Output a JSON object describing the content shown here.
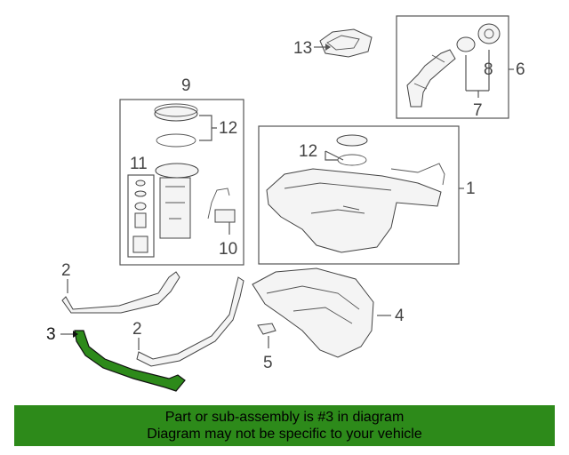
{
  "labels": {
    "l1": "1",
    "l2a": "2",
    "l2b": "2",
    "l3": "3",
    "l4": "4",
    "l5": "5",
    "l6": "6",
    "l7": "7",
    "l8": "8",
    "l9": "9",
    "l10": "10",
    "l11": "11",
    "l12a": "12",
    "l12b": "12",
    "l13": "13"
  },
  "banner": {
    "line1": "Part or sub-assembly is #3 in diagram",
    "line2": "Diagram may not be specific to your vehicle"
  },
  "colors": {
    "banner_bg": "#2d8a1a",
    "highlight_part": "#2d8a1a"
  }
}
